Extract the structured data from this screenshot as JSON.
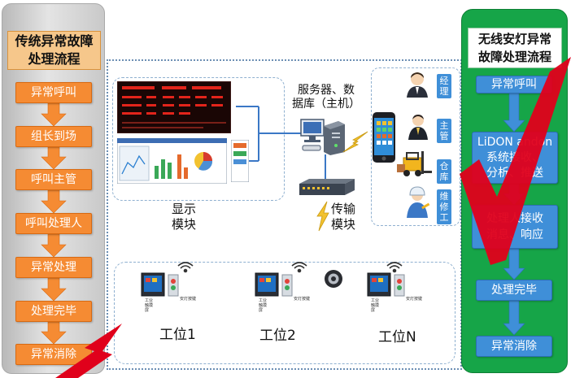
{
  "left": {
    "title_line1": "传统异常故障",
    "title_line2": "处理流程",
    "steps": [
      "异常呼叫",
      "组长到场",
      "呼叫主管",
      "呼叫处理人",
      "异常处理",
      "处理完毕",
      "异常消除"
    ]
  },
  "right": {
    "title_line1": "无线安灯异常",
    "title_line2": "故障处理流程",
    "steps": [
      "异常呼叫",
      "LiDON andon",
      "系统接收、",
      "分析、推送",
      "处理人接收",
      "消息、响应",
      "处理完毕",
      "异常消除"
    ]
  },
  "center": {
    "server_line1": "服务器、数",
    "server_line2": "据库（主机）",
    "display_line1": "显示",
    "display_line2": "模块",
    "transfer_line1": "传输",
    "transfer_line2": "模块",
    "roles": [
      "经理",
      "主管",
      "仓库",
      "维修工"
    ],
    "stations": [
      "工位1",
      "工位2",
      "工位N"
    ],
    "terminal_line1": "工业",
    "terminal_line2": "触摸",
    "terminal_line3": "屏",
    "andon_button": "安灯按键"
  },
  "colors": {
    "left_step": "#f58b33",
    "right_panel": "#16a548",
    "right_step": "#3f8fd8",
    "check_mark": "#e0001b",
    "lightning": "#e0001b"
  },
  "icons": [
    "down-arrow-icon",
    "check-mark-icon",
    "lightning-icon",
    "wifi-icon",
    "server-icon",
    "switch-icon",
    "phone-icon",
    "speaker-icon",
    "touch-terminal-icon",
    "person-icon",
    "forklift-icon"
  ]
}
